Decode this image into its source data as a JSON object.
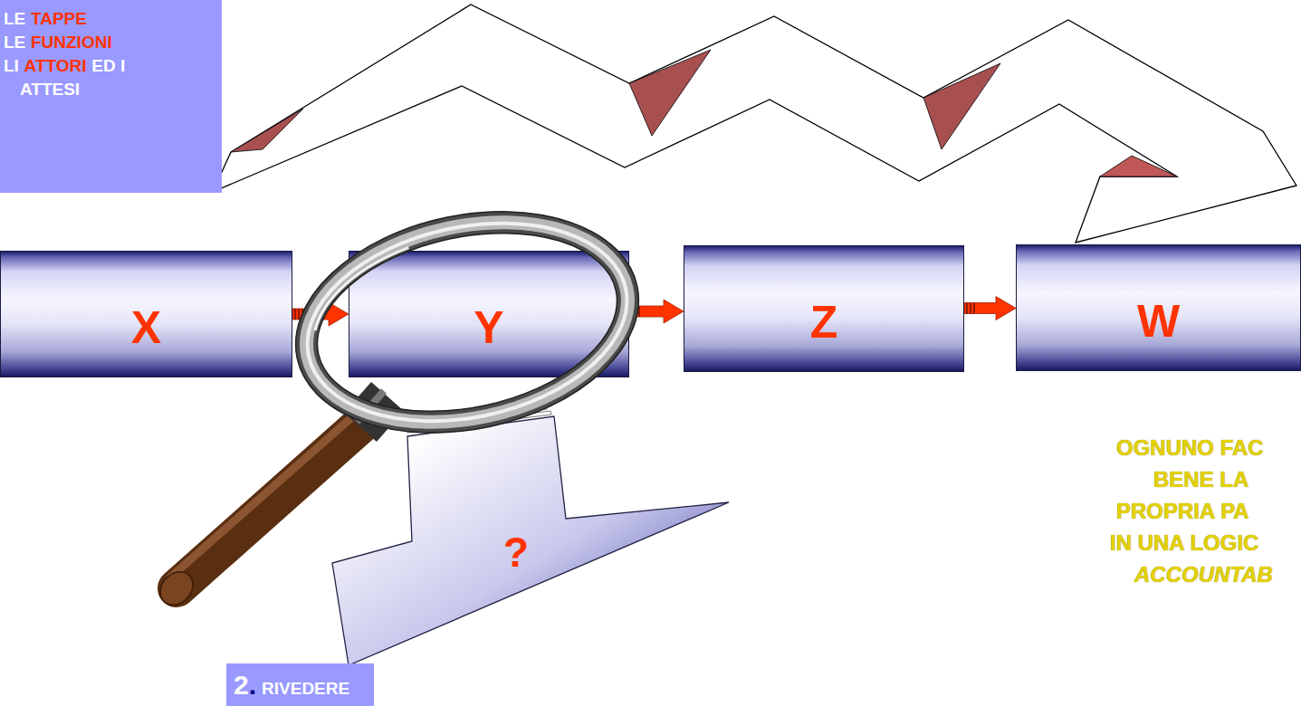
{
  "diagram": {
    "nodes": [
      {
        "text": [
          "LE",
          "TAPPE",
          "LE",
          "FUNZIONI",
          "LI",
          "ATTORI",
          "ED I",
          "ATTESI"
        ]
      },
      {
        "text": [
          "X"
        ]
      },
      {
        "text": [
          "Y"
        ]
      },
      {
        "text": [
          "Z"
        ]
      },
      {
        "text": [
          "W"
        ]
      },
      {
        "text": [
          "?"
        ]
      },
      {
        "text": [
          "2",
          ".",
          "RIVEDERE"
        ]
      }
    ],
    "edges": [
      {
        "from": 1,
        "to": 2,
        "arrow": "to"
      },
      {
        "from": 2,
        "to": 3,
        "arrow": "to"
      },
      {
        "from": 3,
        "to": 4,
        "arrow": "to"
      }
    ],
    "labels": [
      "OGNUNO FAC",
      "BENE LA",
      "PROPRIA PA",
      "IN UNA LOGIC",
      "ACCOUNTAB"
    ]
  }
}
